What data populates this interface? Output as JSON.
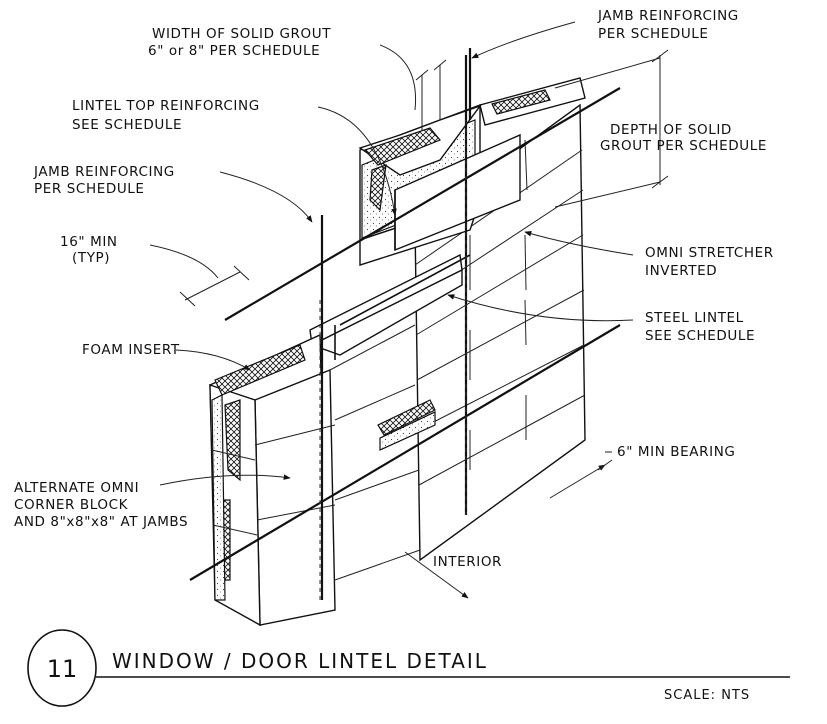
{
  "labels": {
    "width_of_solid_grout_1": "WIDTH OF SOLID GROUT",
    "width_of_solid_grout_2": "6\" or 8\" PER SCHEDULE",
    "jamb_reinforcing_top_1": "JAMB REINFORCING",
    "jamb_reinforcing_top_2": "PER SCHEDULE",
    "lintel_top_reinforcing_1": "LINTEL TOP REINFORCING",
    "lintel_top_reinforcing_2": "SEE SCHEDULE",
    "depth_of_solid_grout_1": "DEPTH OF SOLID",
    "depth_of_solid_grout_2": "GROUT PER SCHEDULE",
    "jamb_reinforcing_left_1": "JAMB REINFORCING",
    "jamb_reinforcing_left_2": "PER SCHEDULE",
    "min_16_1": "16\" MIN",
    "min_16_2": "(TYP)",
    "omni_stretcher_1": "OMNI STRETCHER",
    "omni_stretcher_2": "INVERTED",
    "steel_lintel_1": "STEEL LINTEL",
    "steel_lintel_2": "SEE SCHEDULE",
    "foam_insert": "FOAM INSERT",
    "min_bearing": "6\" MIN BEARING",
    "alternate_omni_1": "ALTERNATE OMNI",
    "alternate_omni_2": "CORNER BLOCK",
    "alternate_omni_3": "AND 8\"x8\"x8\" AT JAMBS",
    "interior": "INTERIOR"
  },
  "title_block": {
    "detail_number": "11",
    "title": "WINDOW / DOOR LINTEL DETAIL",
    "scale": "SCALE: NTS"
  }
}
